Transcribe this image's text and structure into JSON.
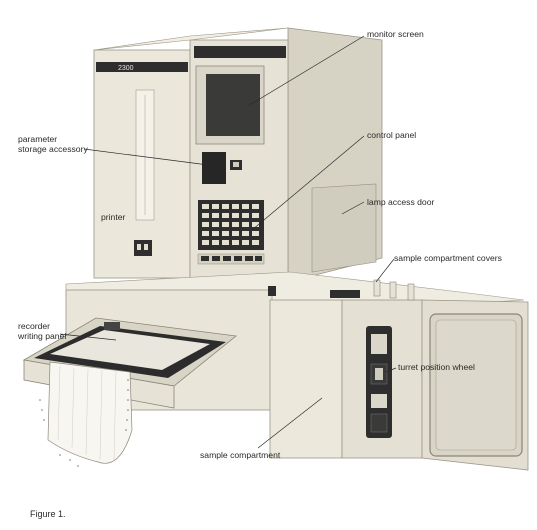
{
  "figure": {
    "caption": "Figure 1.",
    "labels": {
      "monitor_screen": "monitor screen",
      "parameter_storage_1": "parameter",
      "parameter_storage_2": "storage accessory",
      "control_panel": "control panel",
      "lamp_access_door": "lamp access door",
      "printer": "printer",
      "sample_compartment_covers": "sample compartment covers",
      "recorder_1": "recorder",
      "recorder_2": "writing panel",
      "turret_position_wheel": "turret position wheel",
      "sample_compartment": "sample compartment"
    },
    "device_badge": "2300",
    "colors": {
      "body": "#e8e4d8",
      "shadow": "#bdb8aa",
      "dark": "#2e2e2e",
      "screen": "#3a3a38"
    }
  }
}
